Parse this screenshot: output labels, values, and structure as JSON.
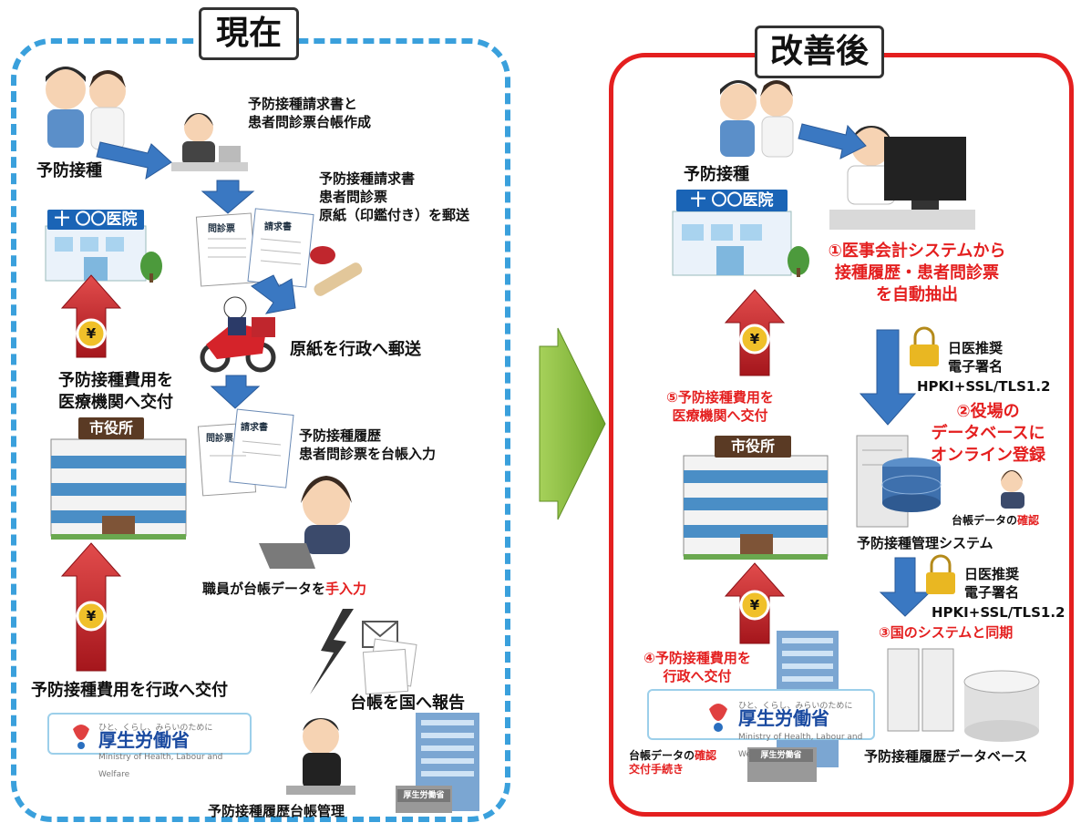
{
  "left": {
    "title": "現在",
    "vaccination": "予防接種",
    "clinic_sign": "十 〇〇医院",
    "step_create": [
      "予防接種請求書と",
      "患者問診票台帳作成"
    ],
    "step_mail_docs": [
      "予防接種請求書",
      "患者問診票",
      "原紙（印鑑付き）を郵送"
    ],
    "doc_monshinhyo": "問診票",
    "doc_seikyusho": "請求書",
    "step_mail_admin": "原紙を行政へ郵送",
    "pay_clinic": [
      "予防接種費用を",
      "医療機関へ交付"
    ],
    "city_sign": "市役所",
    "step_input": [
      "予防接種履歴",
      "患者問診票を台帳入力"
    ],
    "manual_input_prefix": "職員が台帳データを",
    "manual_input_emph": "手入力",
    "pay_admin": "予防接種費用を行政へ交付",
    "report": "台帳を国へ報告",
    "ledger_mgmt": "予防接種履歴台帳管理",
    "mhlw_tagline": "ひと、くらし、みらいのために",
    "mhlw_name": "厚生労働省",
    "mhlw_english": "Ministry of Health, Labour and Welfare",
    "mhlw_building_sign": "厚生労働省",
    "yen": "¥"
  },
  "right": {
    "title": "改善後",
    "vaccination": "予防接種",
    "clinic_sign": "十 〇〇医院",
    "step1": [
      "①医事会計システムから",
      "接種履歴・患者問診票",
      "を自動抽出"
    ],
    "sig1": [
      "日医推奨",
      "電子署名"
    ],
    "proto1": "HPKI+SSL/TLS1.2",
    "step2": [
      "②役場の",
      "データベースに",
      "オンライン登録"
    ],
    "check_prefix": "台帳データの",
    "check_emph": "確認",
    "mgmt_system": "予防接種管理システム",
    "step5": [
      "⑤予防接種費用を",
      "医療機関へ交付"
    ],
    "city_sign": "市役所",
    "sig2": [
      "日医推奨",
      "電子署名"
    ],
    "proto2": "HPKI+SSL/TLS1.2",
    "step3": "③国のシステムと同期",
    "step4": [
      "④予防接種費用を",
      "行政へ交付"
    ],
    "mhlw_tagline": "ひと、くらし、みらいのために",
    "mhlw_name": "厚生労働省",
    "mhlw_english": "Ministry of Health, Labour and Welfare",
    "mhlw_building_sign": "厚生労働省",
    "confirm_prefix": "台帳データの",
    "confirm_emph": "確認",
    "issue_proc": "交付手続き",
    "history_db": "予防接種履歴データベース",
    "yen": "¥"
  },
  "colors": {
    "left_border": "#3aa0dc",
    "right_border": "#e41f1f",
    "emphasis_red": "#e41f1f",
    "process_arrow_blue": "#3a78c2",
    "payment_arrow_red": "#c9242b",
    "transition_arrow_green": "#7fb52d"
  }
}
